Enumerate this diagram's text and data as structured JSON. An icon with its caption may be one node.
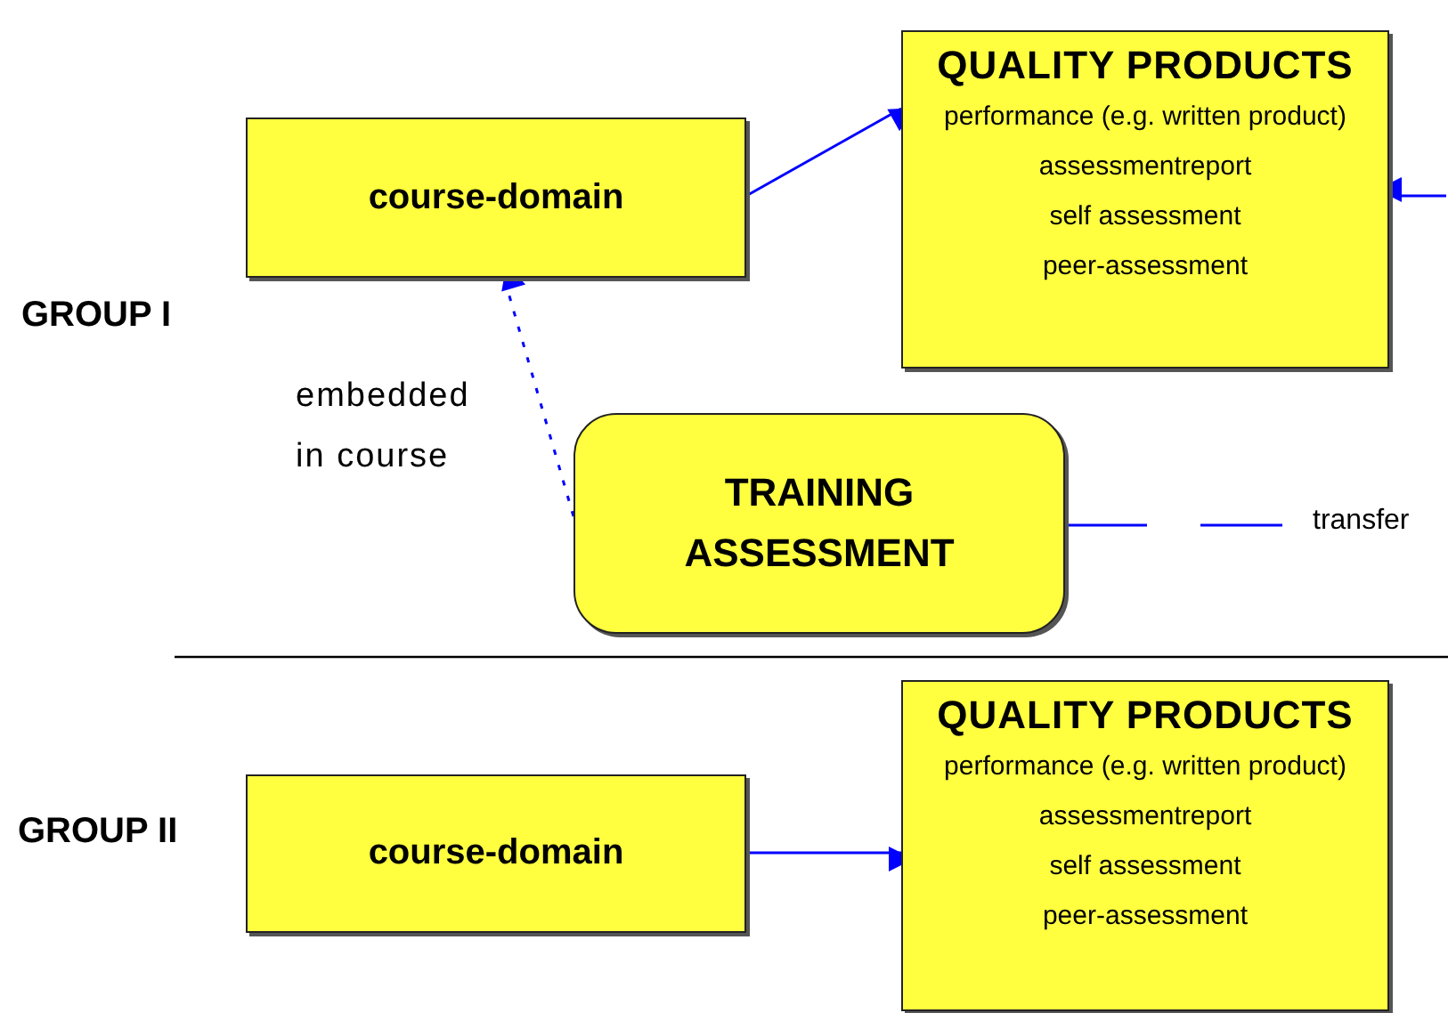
{
  "diagram": {
    "nodes": [
      {
        "text": [
          "course-domain"
        ]
      },
      {
        "text": [
          "QUALITY PRODUCTS",
          "performance (e.g. written product)",
          "assessmentreport",
          "self assessment",
          "peer-assessment"
        ]
      },
      {
        "text": [
          "TRAINING ASSESSMENT"
        ]
      },
      {
        "text": [
          "course-domain"
        ]
      },
      {
        "text": [
          "QUALITY PRODUCTS",
          "performance (e.g. written product)",
          "assessmentreport",
          "self assessment",
          "peer-assessment"
        ]
      }
    ],
    "edges": [
      {
        "from": 0,
        "to": 1,
        "arrow": "to"
      },
      {
        "from": null,
        "to": 1,
        "arrow": "to"
      },
      {
        "from": 2,
        "to": 0,
        "arrow": "to",
        "style": "dashed",
        "label": "embedded in course"
      },
      {
        "from": 2,
        "to": null,
        "arrow": "none",
        "style": "dashed",
        "label": "transfer"
      },
      {
        "from": 3,
        "to": 4,
        "arrow": "to"
      }
    ],
    "labels": [
      "GROUP I",
      "GROUP II"
    ]
  }
}
